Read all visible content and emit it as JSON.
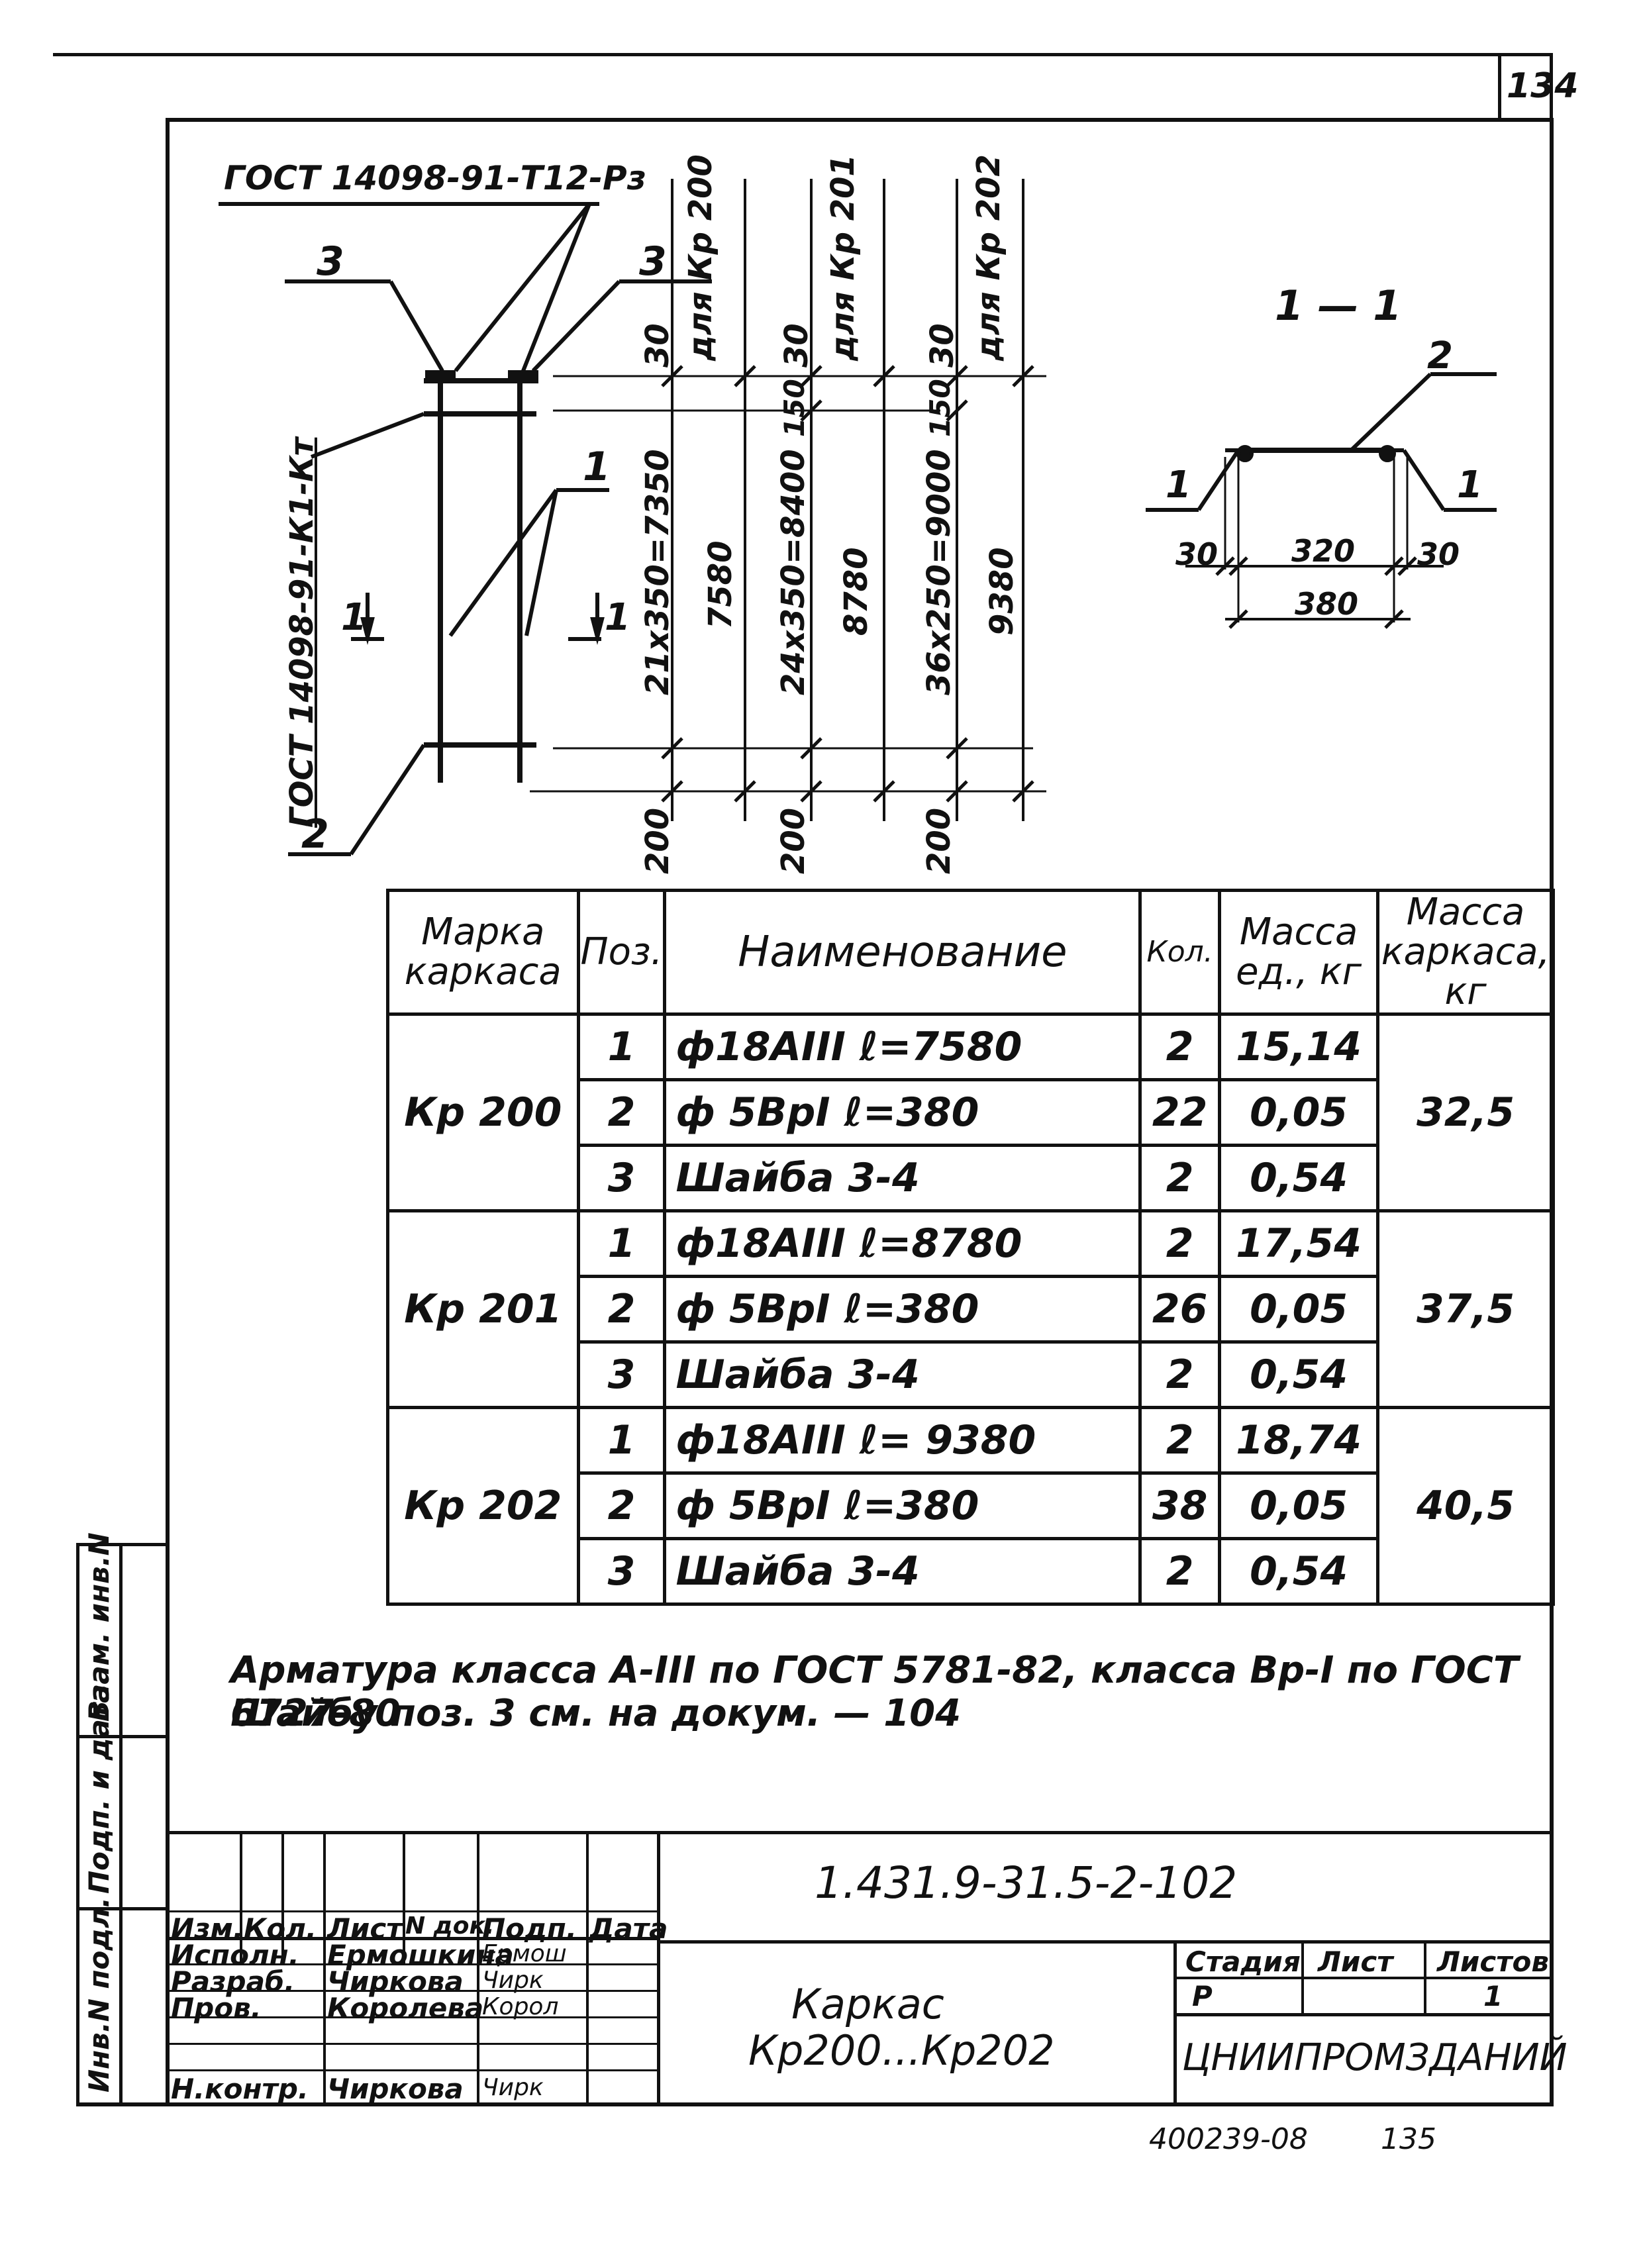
{
  "sheet": {
    "number": "134",
    "bottom_note": "400239-08",
    "bottom_page": "135"
  },
  "drawing": {
    "gost_top": "ГОСТ 14098-91-Т12-Рз",
    "gost_side": "ГОСТ 14098-91-К1-Кт",
    "pos_3_left": "3",
    "pos_3_right": "3",
    "pos_1": "1",
    "pos_2": "2",
    "section_mark_left": "1",
    "section_mark_right": "1",
    "dims": {
      "d30_a": "30",
      "for_kr200": "для Кр 200",
      "d30_b": "30",
      "for_kr201": "для Кр 201",
      "d30_c": "30",
      "for_kr202": "для Кр 202",
      "d150_b": "150",
      "d150_c": "150",
      "chain_a": "21х350=7350",
      "len_a": "7580",
      "chain_b": "24х350=8400",
      "len_b": "8780",
      "chain_c": "36х250=9000",
      "len_c": "9380",
      "d200_a": "200",
      "d200_b": "200",
      "d200_c": "200"
    }
  },
  "section": {
    "title": "1 — 1",
    "pos_2": "2",
    "pos_1_left": "1",
    "pos_1_right": "1",
    "dim_left": "30",
    "dim_mid": "320",
    "dim_right": "30",
    "dim_total": "380"
  },
  "spec_table": {
    "headers": {
      "mark": "Марка каркаса",
      "pos": "Поз.",
      "name": "Наименование",
      "qty": "Кол.",
      "unit_mass": "Масса ед., кг",
      "frame_mass": "Масса каркаса, кг"
    },
    "groups": [
      {
        "mark": "Кр 200",
        "mass": "32,5",
        "rows": [
          {
            "pos": "1",
            "name": "ф18АIII  ℓ=7580",
            "qty": "2",
            "unit": "15,14"
          },
          {
            "pos": "2",
            "name": "ф 5ВрI  ℓ=380",
            "qty": "22",
            "unit": "0,05"
          },
          {
            "pos": "3",
            "name": "Шайба  3-4",
            "qty": "2",
            "unit": "0,54"
          }
        ]
      },
      {
        "mark": "Кр 201",
        "mass": "37,5",
        "rows": [
          {
            "pos": "1",
            "name": "ф18АIII  ℓ=8780",
            "qty": "2",
            "unit": "17,54"
          },
          {
            "pos": "2",
            "name": "ф 5ВрI  ℓ=380",
            "qty": "26",
            "unit": "0,05"
          },
          {
            "pos": "3",
            "name": "Шайба  3-4",
            "qty": "2",
            "unit": "0,54"
          }
        ]
      },
      {
        "mark": "Кр 202",
        "mass": "40,5",
        "rows": [
          {
            "pos": "1",
            "name": "ф18АIII  ℓ= 9380",
            "qty": "2",
            "unit": "18,74"
          },
          {
            "pos": "2",
            "name": "ф 5ВрI  ℓ=380",
            "qty": "38",
            "unit": "0,05"
          },
          {
            "pos": "3",
            "name": "Шайба  3-4",
            "qty": "2",
            "unit": "0,54"
          }
        ]
      }
    ]
  },
  "notes": {
    "line1": "Арматура класса А-III по ГОСТ 5781-82, класса Вр-I по ГОСТ 6727-80",
    "line2": "Шайбу  поз. 3 см.  на  докум. — 104"
  },
  "side_stamp": {
    "vzam": "Взам. инв.N",
    "podp": "Подп. и дата",
    "inv": "Инв.N подл."
  },
  "title_block": {
    "code": "1.431.9-31.5-2-102",
    "h_izm": "Изм.",
    "h_kol": "Кол.",
    "h_list": "Лист",
    "h_ndok": "N док.",
    "h_podp": "Подп.",
    "h_data": "Дата",
    "r1_role": "Исполн.",
    "r1_name": "Ермошкина",
    "r1_sign": "Ермош",
    "r2_role": "Разраб.",
    "r2_name": "Чиркова",
    "r2_sign": "Чирк",
    "r3_role": "Пров.",
    "r3_name": "Королева",
    "r3_sign": "Корол",
    "r4_role": "Н.контр.",
    "r4_name": "Чиркова",
    "r4_sign": "Чирк",
    "name_line1": "Каркас",
    "name_line2": "Кр200...Кр202",
    "stage_label": "Стадия",
    "sheet_label": "Лист",
    "sheets_label": "Листов",
    "stage": "Р",
    "sheet": "",
    "sheets": "1",
    "org": "ЦНИИПРОМЗДАНИЙ"
  }
}
